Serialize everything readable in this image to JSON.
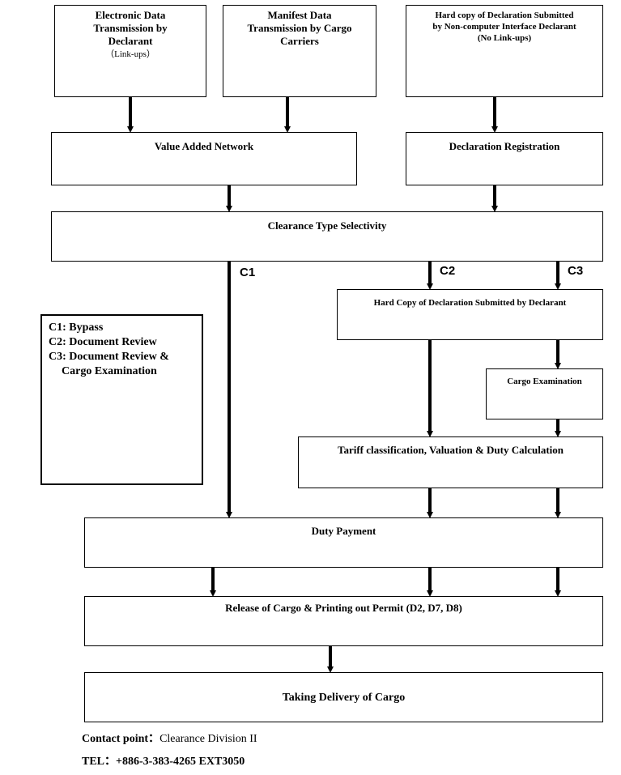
{
  "boxes": {
    "electronic": {
      "line1": "Electronic Data",
      "line2": "Transmission by",
      "line3": "Declarant",
      "line4": "（Link-ups）"
    },
    "manifest": {
      "line1": "Manifest Data",
      "line2": "Transmission by Cargo",
      "line3": "Carriers"
    },
    "hardcopy_top": {
      "line1": "Hard copy of Declaration Submitted",
      "line2": "by Non-computer Interface Declarant",
      "line3": "(No Link-ups)"
    },
    "van": "Value Added Network",
    "registration": "Declaration Registration",
    "selectivity": "Clearance Type Selectivity",
    "hardcopy_declarant": "Hard Copy of Declaration Submitted by Declarant",
    "cargo_exam": "Cargo Examination",
    "tariff": "Tariff classification, Valuation & Duty Calculation",
    "duty_payment": "Duty Payment",
    "release": "Release of Cargo & Printing out Permit (D2, D7, D8)",
    "delivery": "Taking Delivery of Cargo"
  },
  "path_labels": {
    "c1": "C1",
    "c2": "C2",
    "c3": "C3"
  },
  "legend": {
    "line1": "C1: Bypass",
    "line2": "C2: Document Review",
    "line3": "C3: Document Review &",
    "line4": "Cargo Examination"
  },
  "footer": {
    "contact_label": "Contact point：",
    "contact_value": "Clearance Division II",
    "tel_label": "TEL：",
    "tel_value": "+886-3-383-4265  EXT3050"
  }
}
